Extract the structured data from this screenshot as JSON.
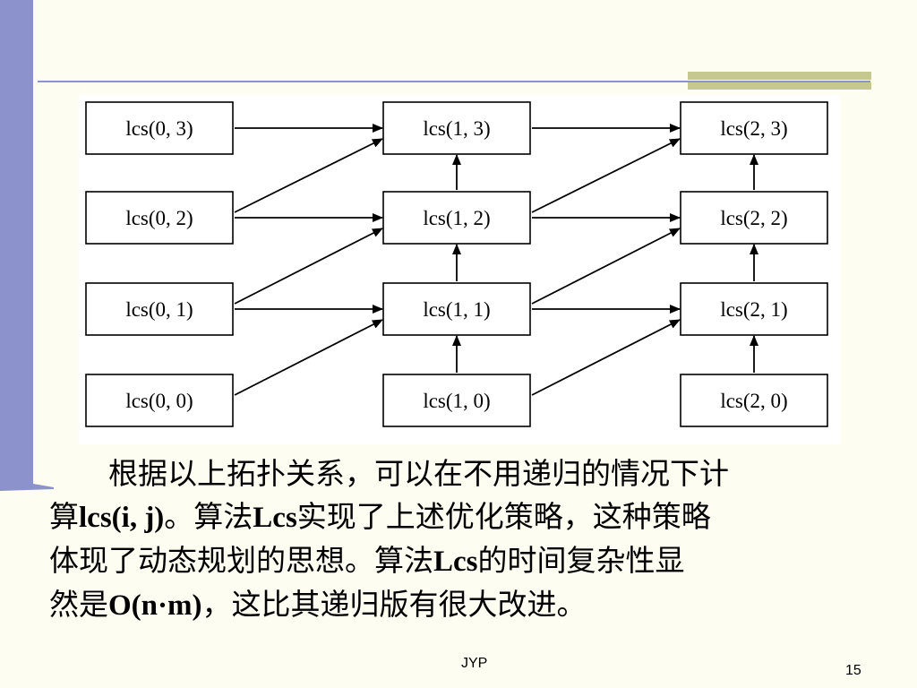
{
  "diagram": {
    "nodes": [
      {
        "id": "n03",
        "col": 0,
        "row": 0,
        "label": "lcs(0, 3)"
      },
      {
        "id": "n02",
        "col": 0,
        "row": 1,
        "label": "lcs(0, 2)"
      },
      {
        "id": "n01",
        "col": 0,
        "row": 2,
        "label": "lcs(0, 1)"
      },
      {
        "id": "n00",
        "col": 0,
        "row": 3,
        "label": "lcs(0, 0)"
      },
      {
        "id": "n13",
        "col": 1,
        "row": 0,
        "label": "lcs(1, 3)"
      },
      {
        "id": "n12",
        "col": 1,
        "row": 1,
        "label": "lcs(1, 2)"
      },
      {
        "id": "n11",
        "col": 1,
        "row": 2,
        "label": "lcs(1, 1)"
      },
      {
        "id": "n10",
        "col": 1,
        "row": 3,
        "label": "lcs(1, 0)"
      },
      {
        "id": "n23",
        "col": 2,
        "row": 0,
        "label": "lcs(2, 3)"
      },
      {
        "id": "n22",
        "col": 2,
        "row": 1,
        "label": "lcs(2, 2)"
      },
      {
        "id": "n21",
        "col": 2,
        "row": 2,
        "label": "lcs(2, 1)"
      },
      {
        "id": "n20",
        "col": 2,
        "row": 3,
        "label": "lcs(2, 0)"
      }
    ],
    "edges": [
      {
        "from": "n03",
        "to": "n13"
      },
      {
        "from": "n02",
        "to": "n13"
      },
      {
        "from": "n02",
        "to": "n12"
      },
      {
        "from": "n01",
        "to": "n12"
      },
      {
        "from": "n01",
        "to": "n11"
      },
      {
        "from": "n00",
        "to": "n11"
      },
      {
        "from": "n10",
        "to": "n11"
      },
      {
        "from": "n11",
        "to": "n12"
      },
      {
        "from": "n12",
        "to": "n13"
      },
      {
        "from": "n13",
        "to": "n23"
      },
      {
        "from": "n12",
        "to": "n23"
      },
      {
        "from": "n12",
        "to": "n22"
      },
      {
        "from": "n11",
        "to": "n22"
      },
      {
        "from": "n11",
        "to": "n21"
      },
      {
        "from": "n10",
        "to": "n21"
      },
      {
        "from": "n20",
        "to": "n21"
      },
      {
        "from": "n21",
        "to": "n22"
      },
      {
        "from": "n22",
        "to": "n23"
      }
    ]
  },
  "body": {
    "l1": "　　根据以上拓扑关系，可以在不用递归的情况下计",
    "l2a": "算",
    "l2b": "lcs(i, j)",
    "l2c": "。算法",
    "l2d": "Lcs",
    "l2e": "实现了上述优化策略，这种策略",
    "l3a": "体现了动态规划的思想。算法",
    "l3b": "Lcs",
    "l3c": "的时间复杂性显",
    "l4a": "然是",
    "l4b": "O(n·m)",
    "l4c": "，这比其递归版有很大改进。"
  },
  "footer": {
    "author": "JYP",
    "page": "15"
  },
  "colors": {
    "accent_bar": "#8c92cc",
    "olive": "#c6c98f",
    "background": "#fdfdf1"
  }
}
